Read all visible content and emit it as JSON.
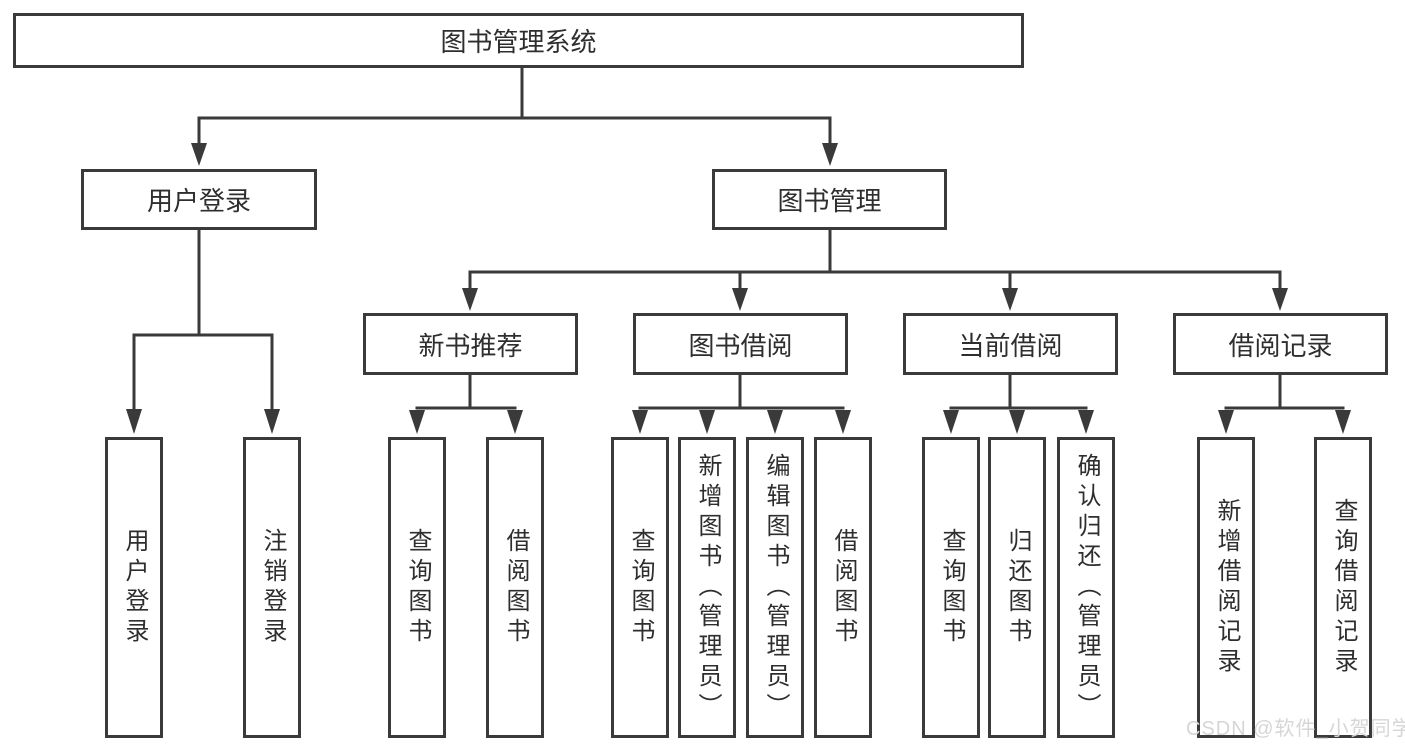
{
  "colors": {
    "background": "#ffffff",
    "line": "#3a3a3a",
    "text": "#2e2e2e",
    "watermark": "#d6d6d6"
  },
  "diagram": {
    "root": {
      "label": "图书管理系统"
    },
    "level2": [
      {
        "id": "user-login",
        "label": "用户登录"
      },
      {
        "id": "book-management",
        "label": "图书管理"
      }
    ],
    "level3": [
      {
        "id": "new-book-recommend",
        "label": "新书推荐"
      },
      {
        "id": "book-borrow",
        "label": "图书借阅"
      },
      {
        "id": "current-borrow",
        "label": "当前借阅"
      },
      {
        "id": "borrow-records",
        "label": "借阅记录"
      }
    ],
    "leaves": [
      {
        "id": "user-login-action",
        "parent": "user-login",
        "label": "用户登录"
      },
      {
        "id": "logout-action",
        "parent": "user-login",
        "label": "注销登录"
      },
      {
        "id": "query-books-recommend",
        "parent": "new-book-recommend",
        "label": "查询图书"
      },
      {
        "id": "borrow-books-recommend",
        "parent": "new-book-recommend",
        "label": "借阅图书"
      },
      {
        "id": "query-books-borrow",
        "parent": "book-borrow",
        "label": "查询图书"
      },
      {
        "id": "add-books-admin",
        "parent": "book-borrow",
        "label": "新增图书（管理员）"
      },
      {
        "id": "edit-books-admin",
        "parent": "book-borrow",
        "label": "编辑图书（管理员）"
      },
      {
        "id": "borrow-books-borrow",
        "parent": "book-borrow",
        "label": "借阅图书"
      },
      {
        "id": "query-books-current",
        "parent": "current-borrow",
        "label": "查询图书"
      },
      {
        "id": "return-books",
        "parent": "current-borrow",
        "label": "归还图书"
      },
      {
        "id": "confirm-return-admin",
        "parent": "current-borrow",
        "label": "确认归还（管理员）"
      },
      {
        "id": "add-borrow-record",
        "parent": "borrow-records",
        "label": "新增借阅记录"
      },
      {
        "id": "query-borrow-record",
        "parent": "borrow-records",
        "label": "查询借阅记录"
      }
    ]
  },
  "watermark": {
    "text": "CSDN @软件_小贺同学"
  }
}
